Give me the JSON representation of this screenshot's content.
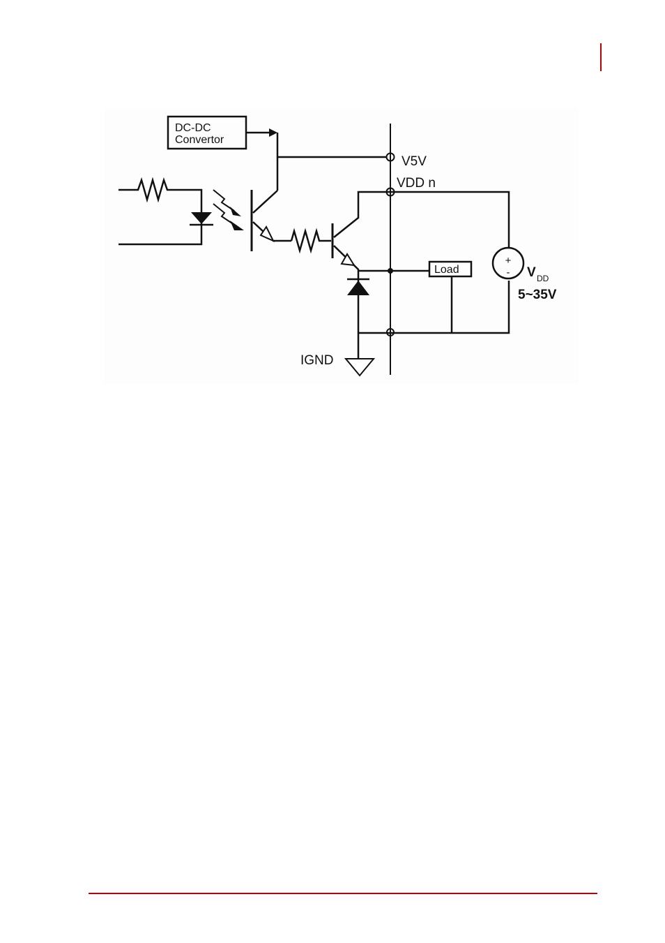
{
  "colors": {
    "accent": "#c00000",
    "wire": "#111111",
    "figure_bg": "#fdfdfd"
  },
  "diagram": {
    "dcdc_box": {
      "line1": "DC-DC",
      "line2": "Convertor"
    },
    "nodes": {
      "v5v": "V5V",
      "vddn": "VDD n",
      "ignd": "IGND"
    },
    "load_label": "Load",
    "source": {
      "plus": "+",
      "minus": "-",
      "symbol_main": "V",
      "symbol_sub": "DD",
      "range": "5~35V"
    }
  }
}
